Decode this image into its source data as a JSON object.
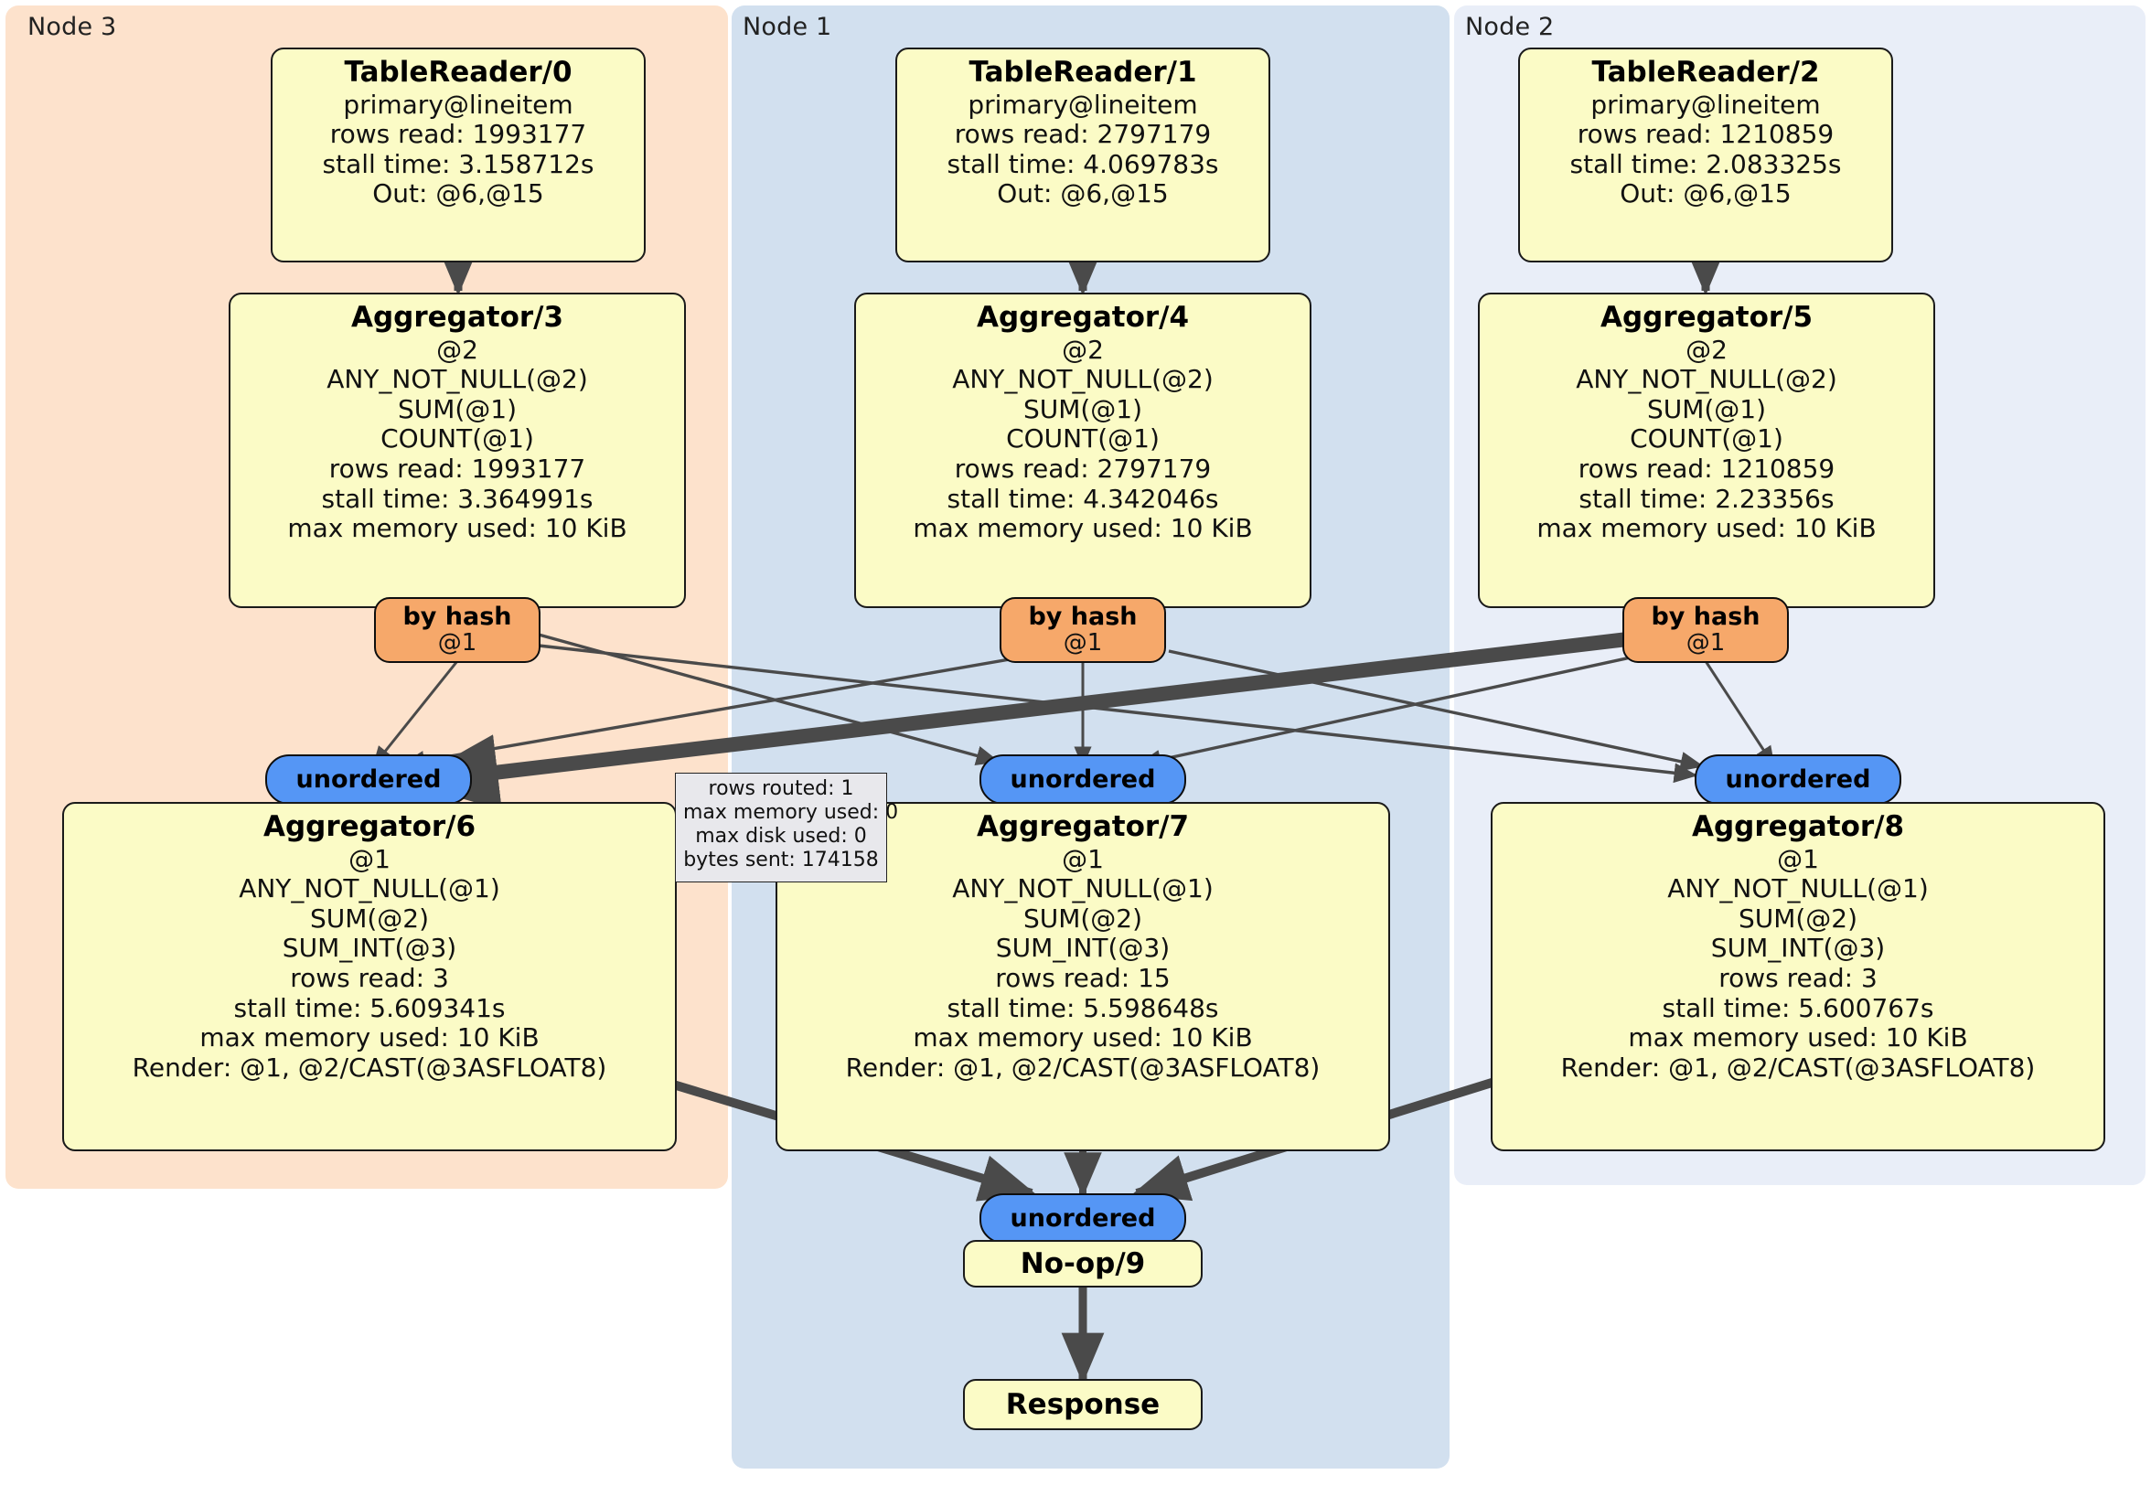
{
  "diagram": {
    "kind": "distributed-query-execution-plan",
    "colors": {
      "node3_panel": "#FDE2CC",
      "node1_panel": "#D2E0EF",
      "node2_panel": "#E9EEF8",
      "processor_box": "#FBFBC6",
      "hash_router": "#F6A86A",
      "unordered_router": "#5596F5",
      "tooltip": "#E8E8EC",
      "edge": "#4A4A4A"
    }
  },
  "clusters": [
    {
      "label": "Node 3"
    },
    {
      "label": "Node 1"
    },
    {
      "label": "Node 2"
    }
  ],
  "readers": [
    {
      "title": "TableReader/0",
      "table": "primary@lineitem",
      "rows_read": "rows read: 1993177",
      "stall_time": "stall time: 3.158712s",
      "out": "Out: @6,@15"
    },
    {
      "title": "TableReader/1",
      "table": "primary@lineitem",
      "rows_read": "rows read: 2797179",
      "stall_time": "stall time: 4.069783s",
      "out": "Out: @6,@15"
    },
    {
      "title": "TableReader/2",
      "table": "primary@lineitem",
      "rows_read": "rows read: 1210859",
      "stall_time": "stall time: 2.083325s",
      "out": "Out: @6,@15"
    }
  ],
  "aggregators_upper": [
    {
      "title": "Aggregator/3",
      "group": "@2",
      "agg1": "ANY_NOT_NULL(@2)",
      "agg2": "SUM(@1)",
      "agg3": "COUNT(@1)",
      "rows_read": "rows read: 1993177",
      "stall_time": "stall time: 3.364991s",
      "max_memory": "max memory used: 10 KiB"
    },
    {
      "title": "Aggregator/4",
      "group": "@2",
      "agg1": "ANY_NOT_NULL(@2)",
      "agg2": "SUM(@1)",
      "agg3": "COUNT(@1)",
      "rows_read": "rows read: 2797179",
      "stall_time": "stall time: 4.342046s",
      "max_memory": "max memory used: 10 KiB"
    },
    {
      "title": "Aggregator/5",
      "group": "@2",
      "agg1": "ANY_NOT_NULL(@2)",
      "agg2": "SUM(@1)",
      "agg3": "COUNT(@1)",
      "rows_read": "rows read: 1210859",
      "stall_time": "stall time: 2.23356s",
      "max_memory": "max memory used: 10 KiB"
    }
  ],
  "hash_routers": [
    {
      "label": "by hash",
      "column": "@1"
    },
    {
      "label": "by hash",
      "column": "@1"
    },
    {
      "label": "by hash",
      "column": "@1"
    }
  ],
  "unordered_routers_mid": [
    {
      "label": "unordered"
    },
    {
      "label": "unordered"
    },
    {
      "label": "unordered"
    }
  ],
  "aggregators_lower": [
    {
      "title": "Aggregator/6",
      "group": "@1",
      "agg1": "ANY_NOT_NULL(@1)",
      "agg2": "SUM(@2)",
      "agg3": "SUM_INT(@3)",
      "rows_read": "rows read: 3",
      "stall_time": "stall time: 5.609341s",
      "max_memory": "max memory used: 10 KiB",
      "render": "Render: @1, @2/CAST(@3ASFLOAT8)"
    },
    {
      "title": "Aggregator/7",
      "group": "@1",
      "agg1": "ANY_NOT_NULL(@1)",
      "agg2": "SUM(@2)",
      "agg3": "SUM_INT(@3)",
      "rows_read": "rows read: 15",
      "stall_time": "stall time: 5.598648s",
      "max_memory": "max memory used: 10 KiB",
      "render": "Render: @1, @2/CAST(@3ASFLOAT8)"
    },
    {
      "title": "Aggregator/8",
      "group": "@1",
      "agg1": "ANY_NOT_NULL(@1)",
      "agg2": "SUM(@2)",
      "agg3": "SUM_INT(@3)",
      "rows_read": "rows read: 3",
      "stall_time": "stall time: 5.600767s",
      "max_memory": "max memory used: 10 KiB",
      "render": "Render: @1, @2/CAST(@3ASFLOAT8)"
    }
  ],
  "stream_stats": {
    "rows_routed": "rows routed: 1",
    "max_memory_used": "max memory used: 0",
    "max_disk_used": "max disk used: 0",
    "bytes_sent": "bytes sent: 174158"
  },
  "final": {
    "unordered": "unordered",
    "noop": "No-op/9",
    "response": "Response"
  }
}
